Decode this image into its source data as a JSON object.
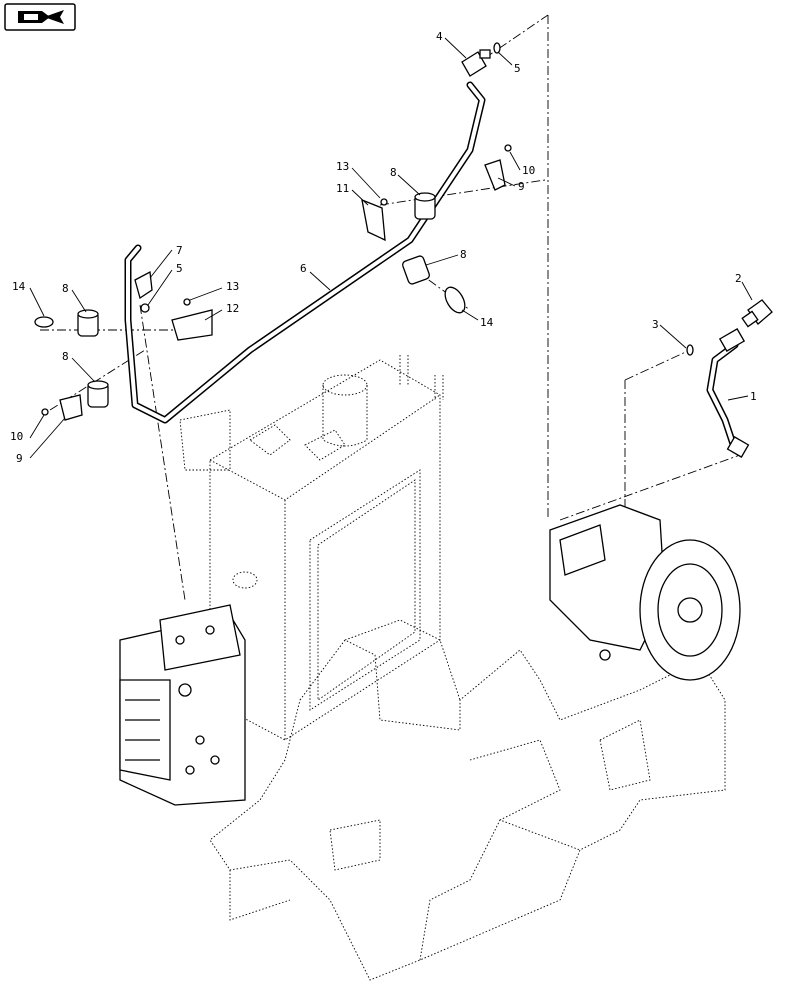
{
  "callouts": [
    {
      "id": "c1",
      "label": "1"
    },
    {
      "id": "c2",
      "label": "2"
    },
    {
      "id": "c3",
      "label": "3"
    },
    {
      "id": "c4",
      "label": "4"
    },
    {
      "id": "c5a",
      "label": "5"
    },
    {
      "id": "c5b",
      "label": "5"
    },
    {
      "id": "c6",
      "label": "6"
    },
    {
      "id": "c7",
      "label": "7"
    },
    {
      "id": "c8a",
      "label": "8"
    },
    {
      "id": "c8b",
      "label": "8"
    },
    {
      "id": "c8c",
      "label": "8"
    },
    {
      "id": "c8d",
      "label": "8"
    },
    {
      "id": "c9a",
      "label": "9"
    },
    {
      "id": "c9b",
      "label": "9"
    },
    {
      "id": "c10a",
      "label": "10"
    },
    {
      "id": "c10b",
      "label": "10"
    },
    {
      "id": "c11",
      "label": "11"
    },
    {
      "id": "c12",
      "label": "12"
    },
    {
      "id": "c13a",
      "label": "13"
    },
    {
      "id": "c13b",
      "label": "13"
    },
    {
      "id": "c14a",
      "label": "14"
    },
    {
      "id": "c14b",
      "label": "14"
    }
  ],
  "nav": {
    "icon": "next-page-arrow-icon"
  }
}
